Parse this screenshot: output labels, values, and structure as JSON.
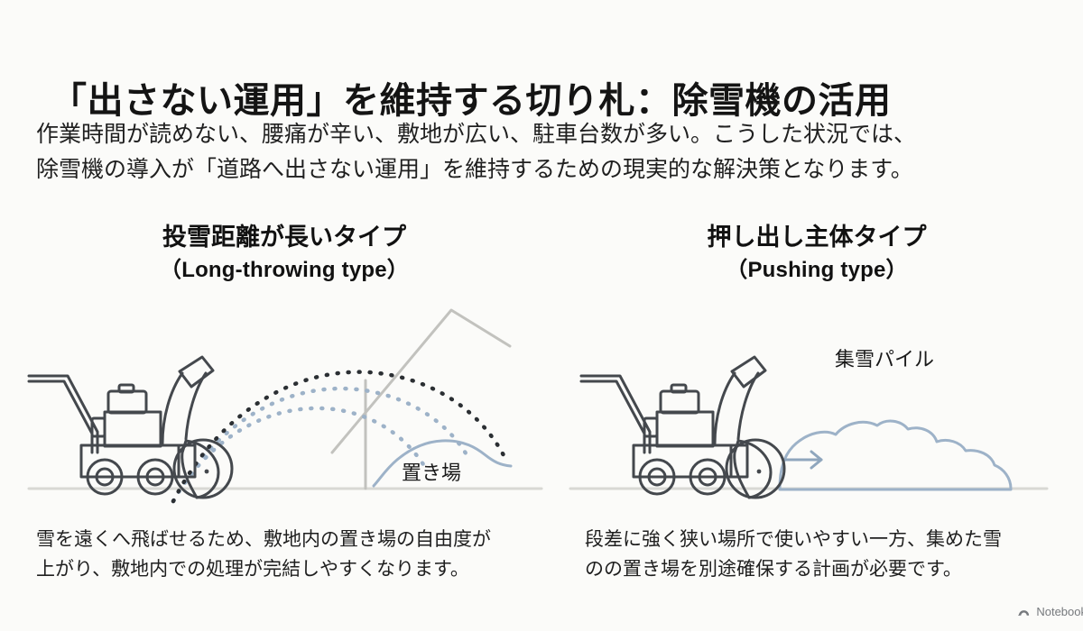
{
  "slide": {
    "title": "「出さない運用」を維持する切り札：除雪機の活用",
    "lead": {
      "line1": "作業時間が読めない、腰痛が辛い、敷地が広い、駐車台数が多い。こうした状況では、",
      "line2": "除雪機の導入が「道路へ出さない運用」を維持するための現実的な解決策となります。"
    },
    "columns": [
      {
        "heading_ja": "投雪距離が長いタイプ",
        "heading_en": "（Long-throwing type）",
        "figure_label": "置き場",
        "caption_line1": "雪を遠くへ飛ばせるため、敷地内の置き場の自由度が",
        "caption_line2": "上がり、敷地内での処理が完結しやすくなります。"
      },
      {
        "heading_ja": "押し出し主体タイプ",
        "heading_en": "（Pushing type）",
        "figure_label": "集雪パイル",
        "caption_line1": "段差に強く狭い場所で使いやすい一方、集めた雪",
        "caption_line2": "のの置き場を別途確保する計画が必要です。"
      }
    ],
    "watermark": {
      "label": "Notebook",
      "icon": "notebooklm-icon"
    },
    "colors": {
      "background": "#fbfbf9",
      "text": "#1a1a1a",
      "machine_stroke": "#44484d",
      "arc_dark": "#2b2f33",
      "arc_blue": "#97aec6",
      "snow_blue": "#9db2c8",
      "ground": "#d8d8d4",
      "roof_gray": "#bdbdb9",
      "arrow_blue": "#8fa6bd"
    }
  }
}
